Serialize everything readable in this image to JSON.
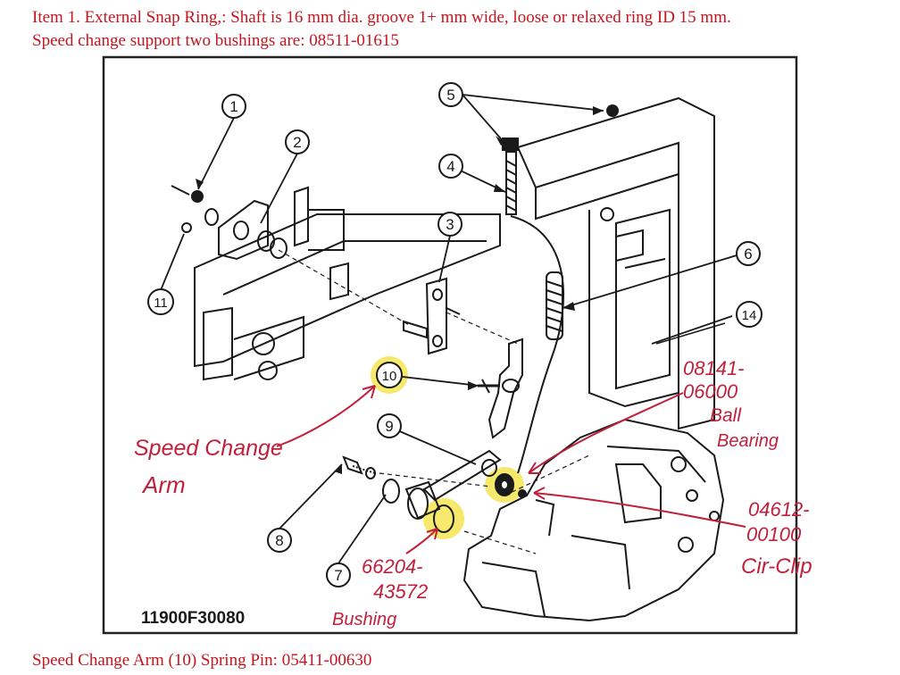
{
  "header": {
    "line1": "Item 1. External Snap Ring,: Shaft is 16 mm dia. groove 1+ mm wide, loose or relaxed ring ID 15 mm.",
    "line2": "Speed change support two bushings are: 08511-01615"
  },
  "footer": {
    "text": "Speed Change Arm (10) Spring Pin: 05411-00630"
  },
  "diagram": {
    "code": "11900F30080",
    "callouts": [
      "1",
      "2",
      "3",
      "4",
      "5",
      "6",
      "7",
      "8",
      "9",
      "10",
      "11",
      "14"
    ]
  },
  "annotations": {
    "speed_change": "Speed Change",
    "arm": "Arm",
    "bearing_num_1": "08141-",
    "bearing_num_2": "06000",
    "ball": "Ball",
    "bearing": "Bearing",
    "clip_num_1": "04612-",
    "clip_num_2": "00100",
    "cir_clip": "Cir-Clip",
    "bushing_num_1": "66204-",
    "bushing_num_2": "43572",
    "bushing": "Bushing"
  },
  "colors": {
    "header_text": "#c8141e",
    "handwriting": "#c0203c",
    "highlight": "#f3e13a",
    "line_art": "#1a1a1a"
  }
}
